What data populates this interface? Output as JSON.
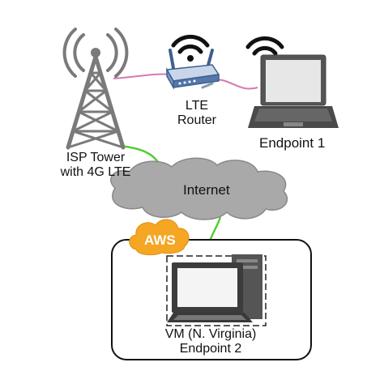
{
  "nodes": {
    "isp_tower": {
      "line1": "ISP Tower",
      "line2": "with 4G LTE"
    },
    "router": {
      "line1": "LTE",
      "line2": "Router"
    },
    "endpoint1": {
      "label": "Endpoint 1"
    },
    "internet": {
      "label": "Internet"
    },
    "aws": {
      "badge": "AWS"
    },
    "vm": {
      "line1": "VM (N. Virginia)",
      "line2": "Endpoint 2"
    }
  },
  "colors": {
    "tower_gray": "#7a7a7a",
    "link_pink": "#d67ab0",
    "link_green": "#55cc33",
    "cloud_gray": "#a9a9a9",
    "aws_orange": "#f5a623",
    "router_blue": "#3f5f90",
    "laptop_dark": "#4a4a4a"
  },
  "icons": [
    "tower-icon",
    "router-icon",
    "laptop-icon",
    "cloud-icon",
    "aws-cloud-icon",
    "desktop-computer-icon",
    "wifi-icon"
  ]
}
